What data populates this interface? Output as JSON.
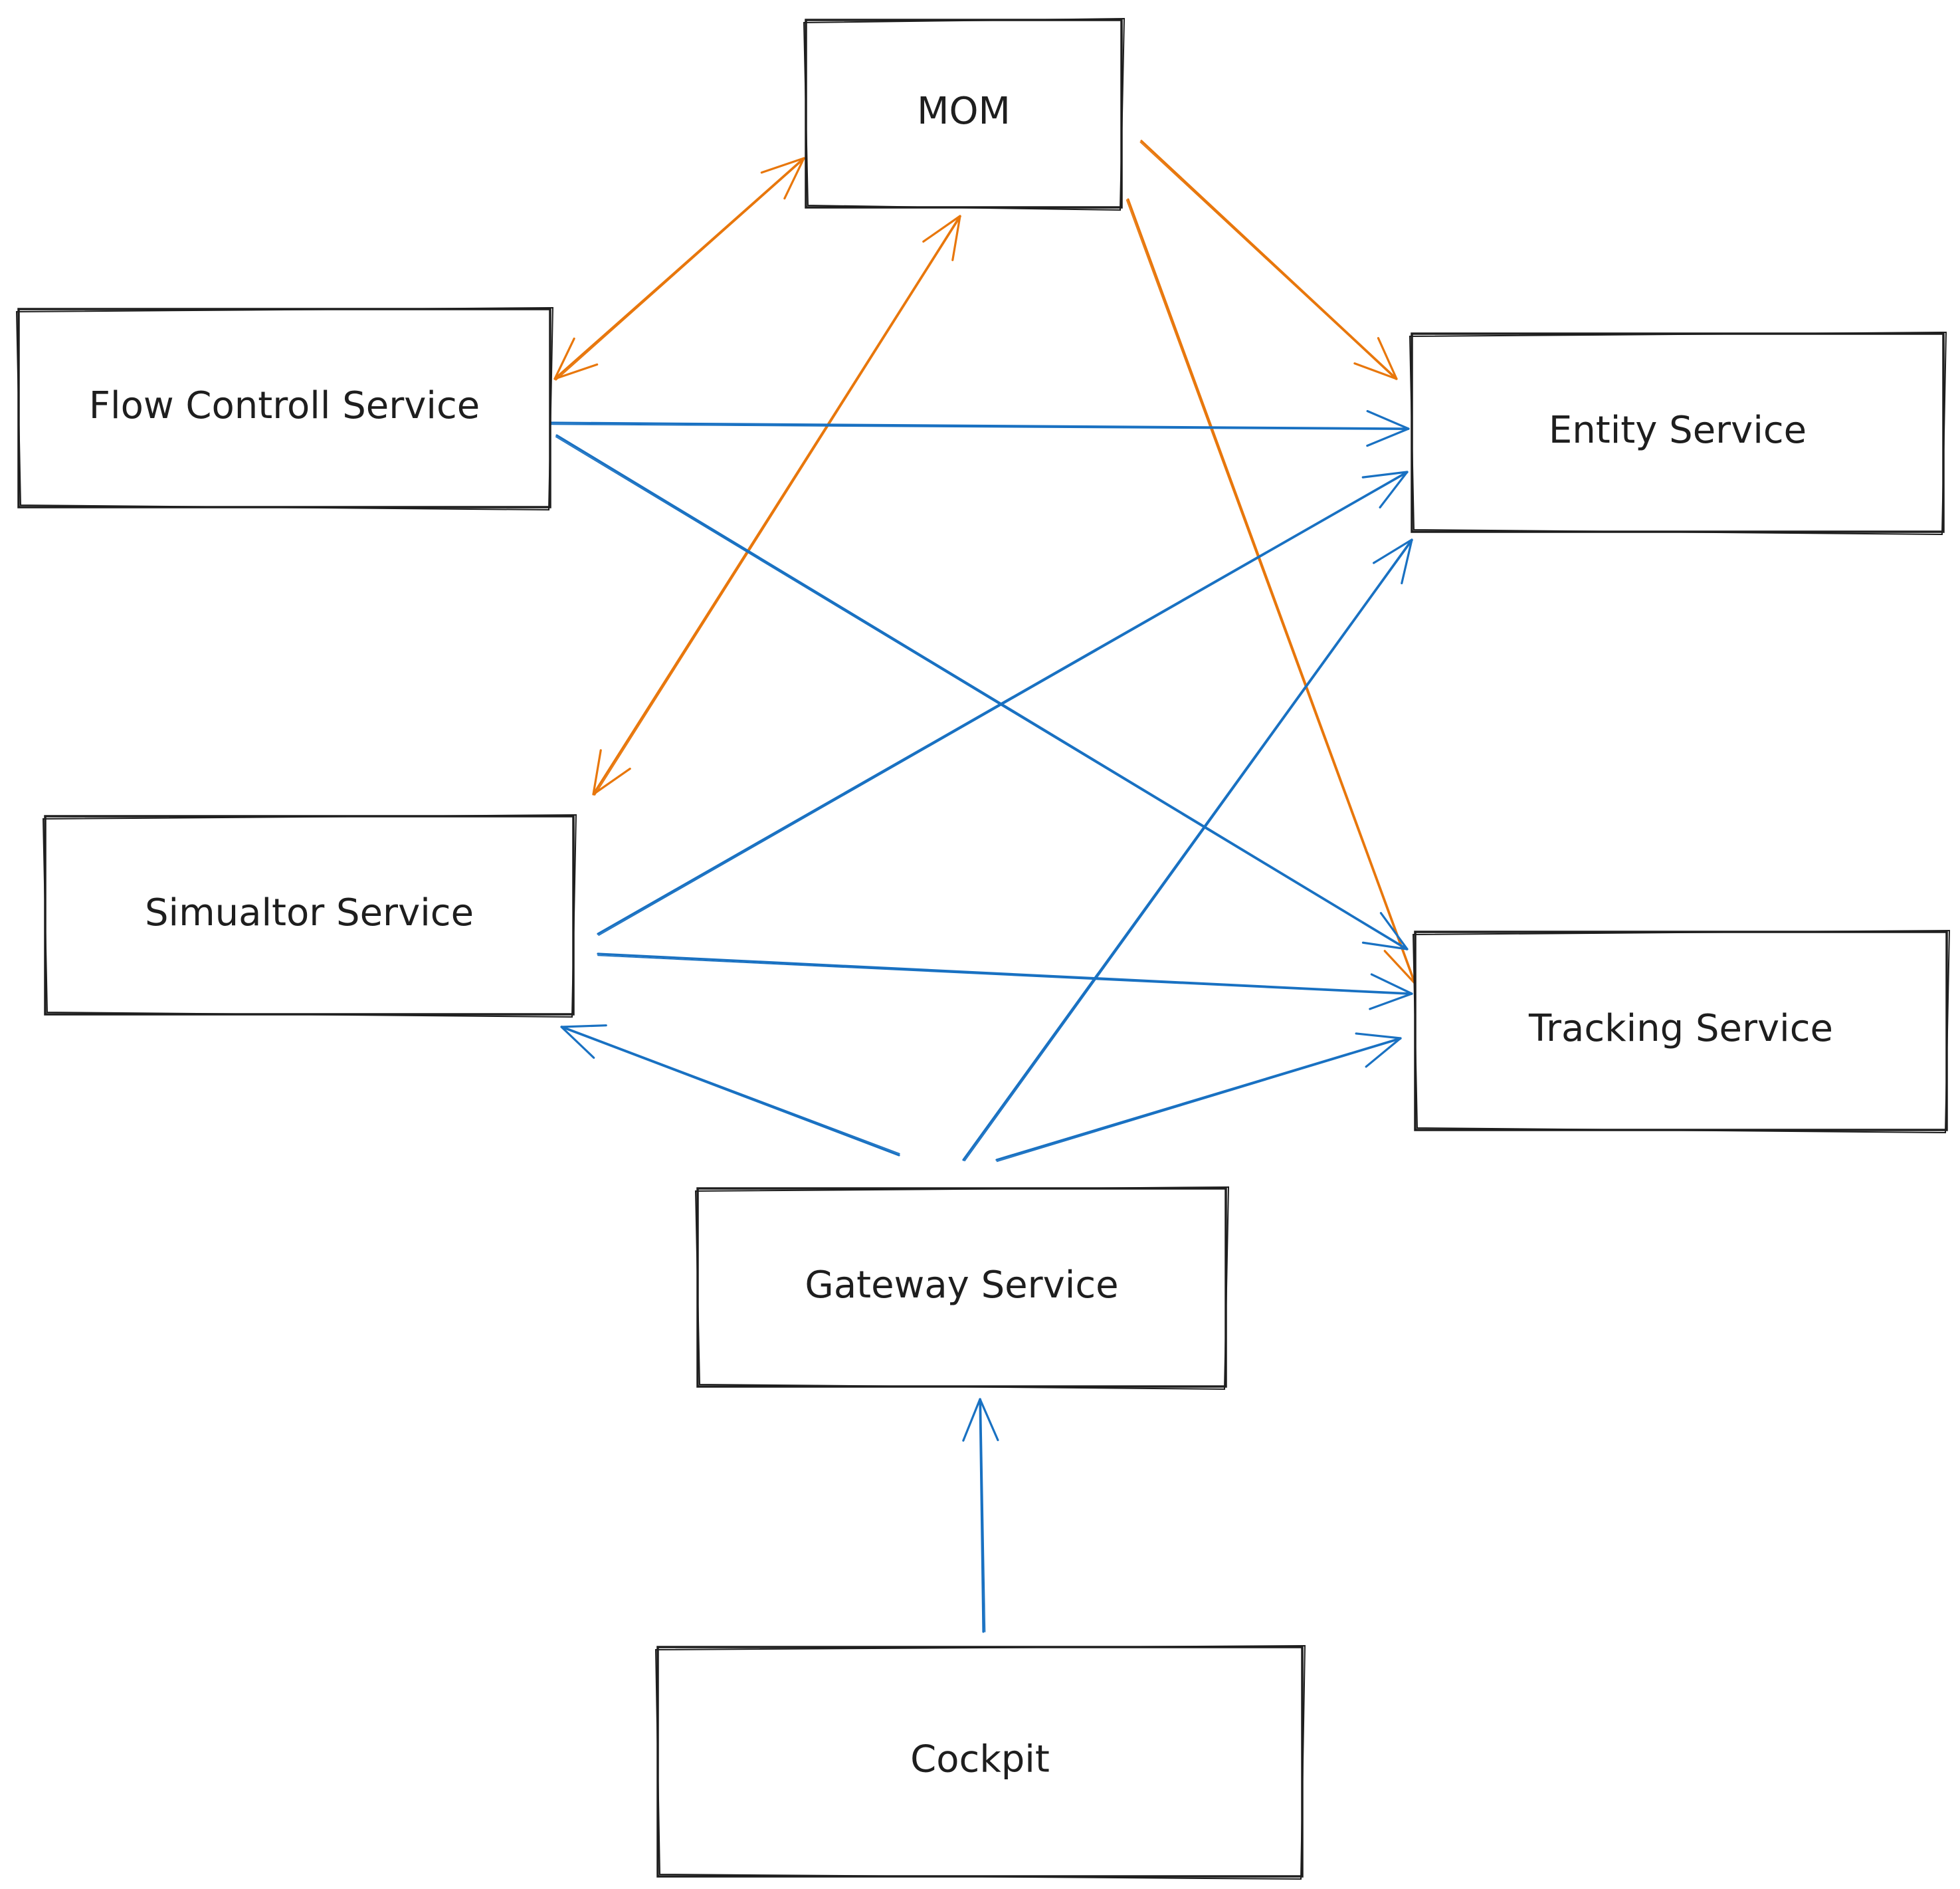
{
  "colors": {
    "blue": "#1971c2",
    "orange": "#e8770c",
    "ink": "#1e1e1e",
    "background": "#ffffff"
  },
  "nodes": [
    {
      "id": "mom",
      "label": "MOM"
    },
    {
      "id": "flow",
      "label": "Flow Controll Service"
    },
    {
      "id": "entity",
      "label": "Entity Service"
    },
    {
      "id": "sim",
      "label": "Simualtor Service"
    },
    {
      "id": "tracking",
      "label": "Tracking Service"
    },
    {
      "id": "gateway",
      "label": "Gateway Service"
    },
    {
      "id": "cockpit",
      "label": "Cockpit"
    }
  ],
  "edges": [
    {
      "from": "flow",
      "to": "mom",
      "color": "orange",
      "bidirectional": true
    },
    {
      "from": "sim",
      "to": "mom",
      "color": "orange",
      "bidirectional": true
    },
    {
      "from": "mom",
      "to": "entity",
      "color": "orange",
      "bidirectional": false
    },
    {
      "from": "mom",
      "to": "tracking",
      "color": "orange",
      "bidirectional": false
    },
    {
      "from": "flow",
      "to": "entity",
      "color": "blue",
      "bidirectional": false
    },
    {
      "from": "flow",
      "to": "tracking",
      "color": "blue",
      "bidirectional": false
    },
    {
      "from": "sim",
      "to": "entity",
      "color": "blue",
      "bidirectional": false
    },
    {
      "from": "sim",
      "to": "tracking",
      "color": "blue",
      "bidirectional": false
    },
    {
      "from": "gateway",
      "to": "sim",
      "color": "blue",
      "bidirectional": false
    },
    {
      "from": "gateway",
      "to": "entity",
      "color": "blue",
      "bidirectional": false
    },
    {
      "from": "gateway",
      "to": "tracking",
      "color": "blue",
      "bidirectional": false
    },
    {
      "from": "cockpit",
      "to": "gateway",
      "color": "blue",
      "bidirectional": false
    }
  ]
}
